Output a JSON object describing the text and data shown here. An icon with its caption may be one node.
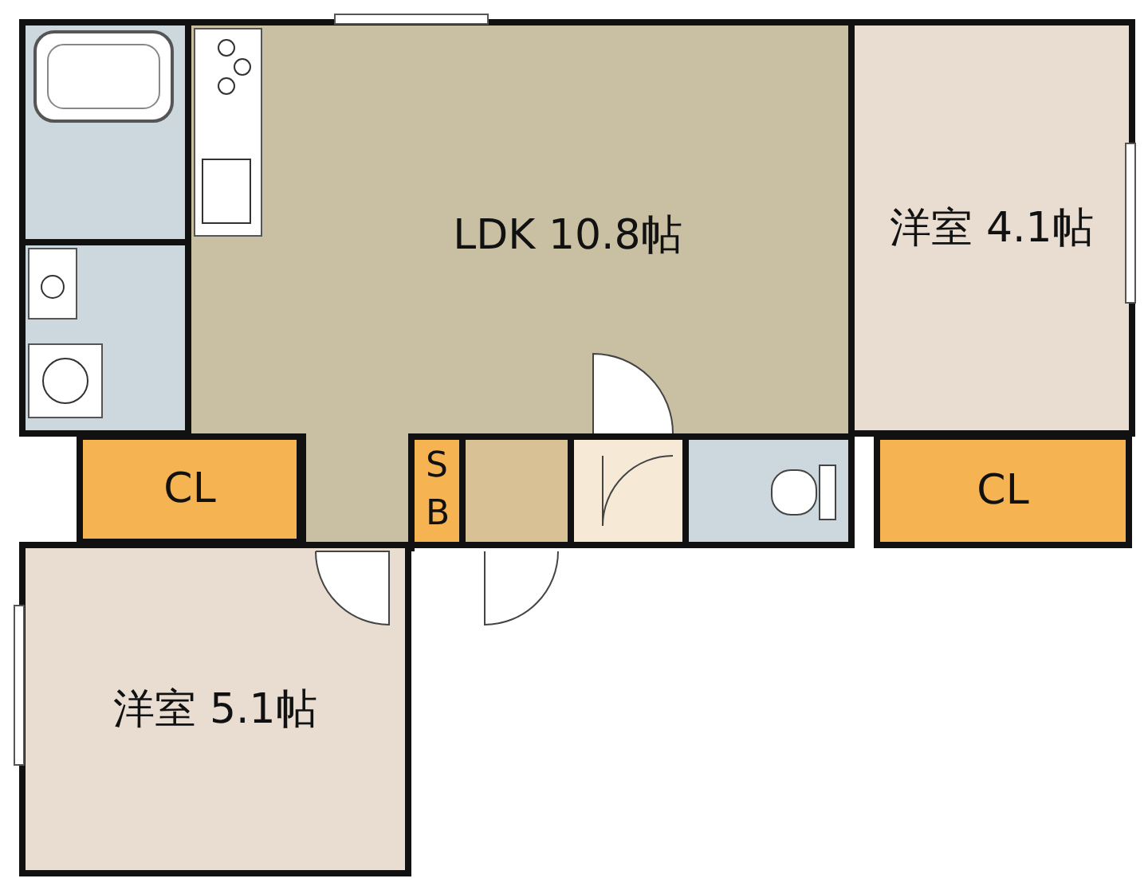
{
  "diagram": {
    "nodes": [
      {
        "text": [],
        "shape": "box"
      },
      {
        "text": [
          "LDK 10.8帖"
        ]
      },
      {
        "text": [
          "洋室 4.1帖"
        ]
      },
      {
        "text": [],
        "shape": "box"
      },
      {
        "text": [
          "CL"
        ]
      },
      {
        "text": [
          "SB"
        ]
      },
      {
        "text": [],
        "shape": "box"
      },
      {
        "text": [],
        "shape": "box"
      },
      {
        "text": [],
        "shape": "box"
      },
      {
        "text": [
          "CL"
        ]
      },
      {
        "text": [
          "洋室 5.1帖"
        ]
      }
    ]
  }
}
